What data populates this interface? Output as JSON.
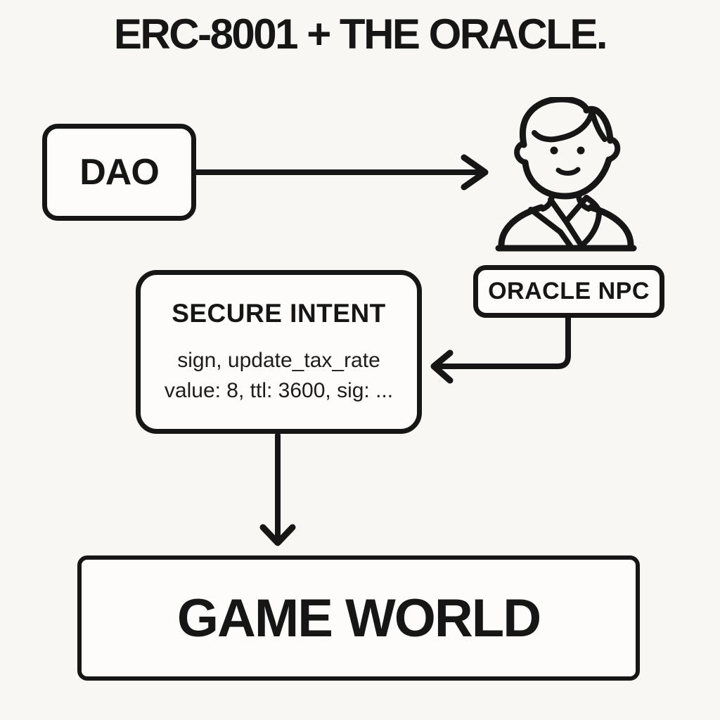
{
  "title": "ERC-8001 + THE ORACLE.",
  "colors": {
    "background": "#f8f7f4",
    "ink": "#161616",
    "box_fill": "#fdfcfa"
  },
  "nodes": {
    "dao": {
      "label": "DAO"
    },
    "oracle_npc": {
      "label": "ORACLE NPC"
    },
    "secure_intent": {
      "title": "SECURE INTENT",
      "line1": "sign, update_tax_rate",
      "line2": "value: 8, ttl: 3600, sig: ..."
    },
    "game_world": {
      "label": "GAME WORLD"
    }
  },
  "icons": {
    "oracle_person": "person-robe-icon"
  },
  "edges": [
    {
      "from": "DAO",
      "to": "ORACLE NPC person",
      "direction": "right"
    },
    {
      "from": "ORACLE NPC",
      "to": "SECURE INTENT",
      "direction": "down-then-left"
    },
    {
      "from": "SECURE INTENT",
      "to": "GAME WORLD",
      "direction": "down"
    }
  ]
}
